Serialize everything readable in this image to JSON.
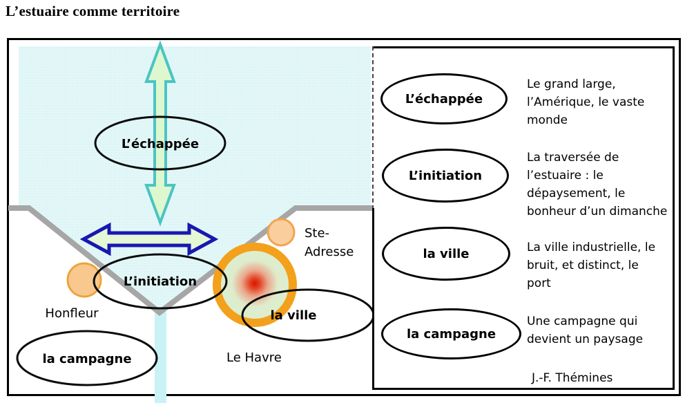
{
  "title": "L’estuaire comme territoire",
  "map": {
    "ellipses": {
      "echappee": "L’échappée",
      "initiation": "L’initiation",
      "ville": "la ville",
      "campagne": "la campagne"
    },
    "places": {
      "honfleur": "Honfleur",
      "ste_adresse_1": "Ste-",
      "ste_adresse_2": "Adresse",
      "le_havre": "Le Havre"
    }
  },
  "legend": {
    "items": [
      {
        "label": "L’échappée",
        "description": "Le grand large,\nl’Amérique, le vaste\nmonde"
      },
      {
        "label": "L’initiation",
        "description": "La traversée de\nl’estuaire : le\ndépaysement, le\nbonheur d’un dimanche"
      },
      {
        "label": "la ville",
        "description": "La ville industrielle, le\nbruit, et distinct, le\nport"
      },
      {
        "label": "la campagne",
        "description": "Une campagne qui\ndevient un paysage"
      }
    ],
    "attribution": "J.-F. Thémines"
  },
  "colors": {
    "water": "#e3f7f8",
    "river": "#c9f2f5",
    "coast_gray": "#a6a6a6",
    "teal_arrow_stroke": "#4cc4c4",
    "arrow_fill": "#ddf8cf",
    "blue_arrow_stroke": "#1818b0",
    "orange_ring": "#f3a01c",
    "marker_fill": "#f8c88e",
    "marker_stroke": "#eca43e",
    "hotspot_red": "#dc1404"
  }
}
